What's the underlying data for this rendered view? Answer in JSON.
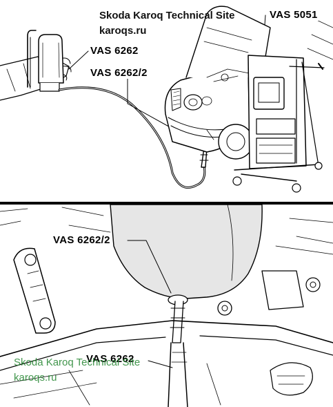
{
  "watermark": {
    "top_line1": "Skoda Karoq Technical Site",
    "top_line2": "karoqs.ru",
    "bottom_line1": "Skoda Karoq Technical Site",
    "bottom_line2": "karoqs.ru",
    "bottom_color": "#2e8b3a"
  },
  "top_panel": {
    "labels": {
      "vas5051": "VAS 5051",
      "vas6262": "VAS 6262",
      "vas6262_2": "VAS 6262/2"
    }
  },
  "bottom_panel": {
    "labels": {
      "vas6262_2": "VAS 6262/2",
      "vas6262": "VAS 6262"
    }
  }
}
